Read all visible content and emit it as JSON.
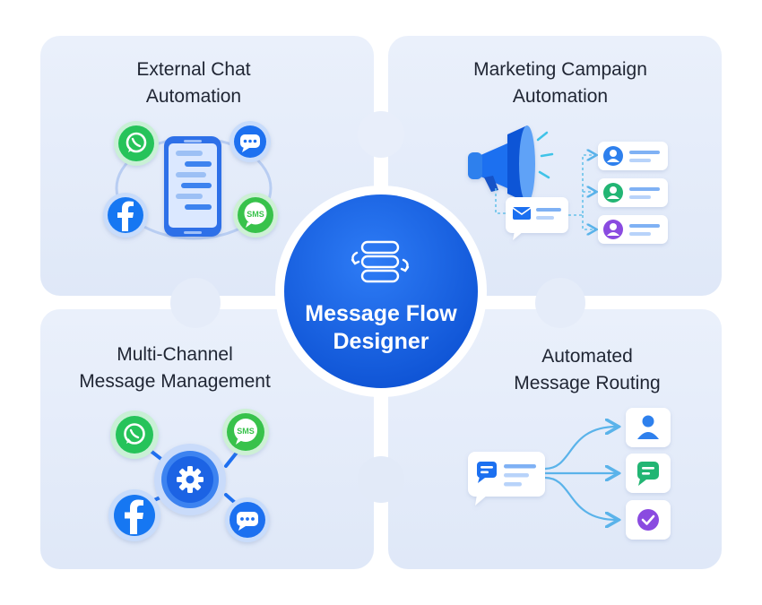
{
  "center": {
    "title_line1": "Message Flow",
    "title_line2": "Designer"
  },
  "quadrants": {
    "top_left": {
      "title_line1": "External Chat",
      "title_line2": "Automation"
    },
    "top_right": {
      "title_line1": "Marketing Campaign",
      "title_line2": "Automation"
    },
    "bottom_left": {
      "title_line1": "Multi-Channel",
      "title_line2": "Message Management"
    },
    "bottom_right": {
      "title_line1": "Automated",
      "title_line2": "Message Routing"
    }
  },
  "icons": {
    "whatsapp": "whatsapp-icon",
    "facebook": "facebook-icon",
    "sms": "sms-icon",
    "sms_label": "SMS",
    "chat": "chat-bubble-icon",
    "megaphone": "megaphone-icon",
    "email": "email-icon",
    "user": "user-icon",
    "gear": "gear-icon",
    "check": "check-icon"
  },
  "colors": {
    "panel": "#e6edf9",
    "panel_edge": "#d3def2",
    "center": "#1362e9",
    "center_ring": "#ffffff",
    "whatsapp": "#25c35a",
    "facebook": "#1877f2",
    "sms": "#37c24b",
    "chat": "#1d6ff0",
    "user_blue": "#2f80ed",
    "user_green": "#22b573",
    "user_purple": "#8a4be0",
    "arrow": "#5ab3ea"
  }
}
